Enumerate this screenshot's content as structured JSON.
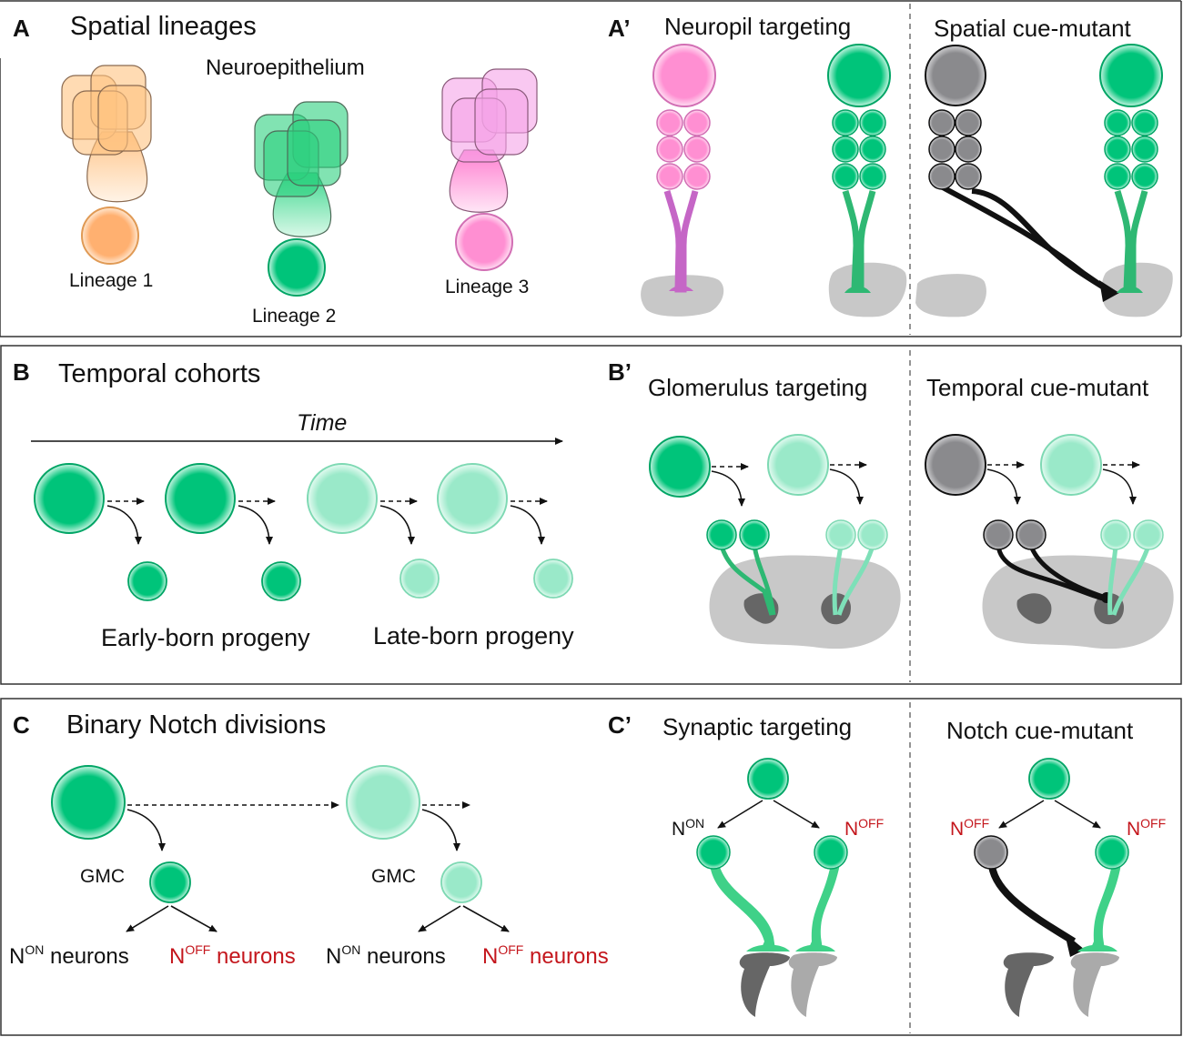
{
  "panels": {
    "A": {
      "letter": "A",
      "title": "Spatial lineages",
      "neuroepithelium": "Neuroepithelium",
      "lineage1": "Lineage 1",
      "lineage2": "Lineage 2",
      "lineage3": "Lineage 3"
    },
    "A_prime": {
      "letter": "A’",
      "left_title": "Neuropil targeting",
      "right_title": "Spatial cue-mutant"
    },
    "B": {
      "letter": "B",
      "title": "Temporal cohorts",
      "time": "Time",
      "early": "Early-born progeny",
      "late": "Late-born progeny"
    },
    "B_prime": {
      "letter": "B’",
      "left_title": "Glomerulus targeting",
      "right_title": "Temporal cue-mutant"
    },
    "C": {
      "letter": "C",
      "title": "Binary Notch divisions",
      "gmc": "GMC",
      "n": "N",
      "on": "ON",
      "off": "OFF",
      "neurons": " neurons"
    },
    "C_prime": {
      "letter": "C’",
      "left_title": "Synaptic targeting",
      "right_title": "Notch cue-mutant",
      "n": "N",
      "on": "ON",
      "off": "OFF"
    }
  },
  "colors": {
    "green": "#00c47a",
    "light_green": "#8fe6c4",
    "pink": "#ff8fd2",
    "orange": "#ffb070",
    "gray_cell": "#8a8a8d",
    "neuropil": "#c8c8c8",
    "red_text": "#c4161c"
  }
}
